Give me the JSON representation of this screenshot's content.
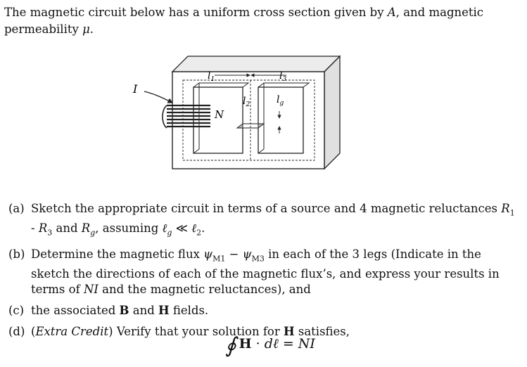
{
  "intro": {
    "text1": "The magnetic circuit below has a uniform cross section given by ",
    "var_A": "A",
    "text2": ", and magnetic permeability ",
    "var_mu": "μ",
    "text3": "."
  },
  "figure": {
    "label_I": "I",
    "label_N": "N",
    "label_l1": "l",
    "sub_l1": "1",
    "label_l2": "l",
    "sub_l2": "2",
    "label_l3": "l",
    "sub_l3": "3",
    "label_lg": "l",
    "sub_lg": "g"
  },
  "parts": {
    "a": {
      "label": "(a)",
      "text": "Sketch the appropriate circuit in terms of a source and 4 magnetic reluctances ",
      "r1": "R",
      "r1_sub": "1",
      "dash": " - ",
      "r3": "R",
      "r3_sub": "3",
      "and": " and ",
      "rg": "R",
      "rg_sub": "g",
      "assume": ", assuming ",
      "lg": "ℓ",
      "lg_sub": "g",
      "ll": " ≪ ",
      "l2": "ℓ",
      "l2_sub": "2",
      "end": "."
    },
    "b": {
      "label": "(b)",
      "text1": "Determine the magnetic flux ",
      "psi1": "ψ",
      "psi1_sub": "M1",
      "minus": " − ",
      "psi3": "ψ",
      "psi3_sub": "M3",
      "text2": " in each of the 3 legs (Indicate in the sketch the directions of each of the magnetic flux’s, and express your results in terms of ",
      "NI": "NI",
      "text3": " and the magnetic reluctances), and"
    },
    "c": {
      "label": "(c)",
      "text1": "the associated ",
      "B": "B",
      "text2": " and ",
      "H": "H",
      "text3": " fields."
    },
    "d": {
      "label": "(d)",
      "extra": "Extra Credit",
      "text1": " Verify that your solution for ",
      "H": "H",
      "text2": " satisfies,"
    }
  },
  "formula": {
    "oint": "∮",
    "H": "H",
    "rest": " · dℓ = ",
    "NI": "NI"
  }
}
